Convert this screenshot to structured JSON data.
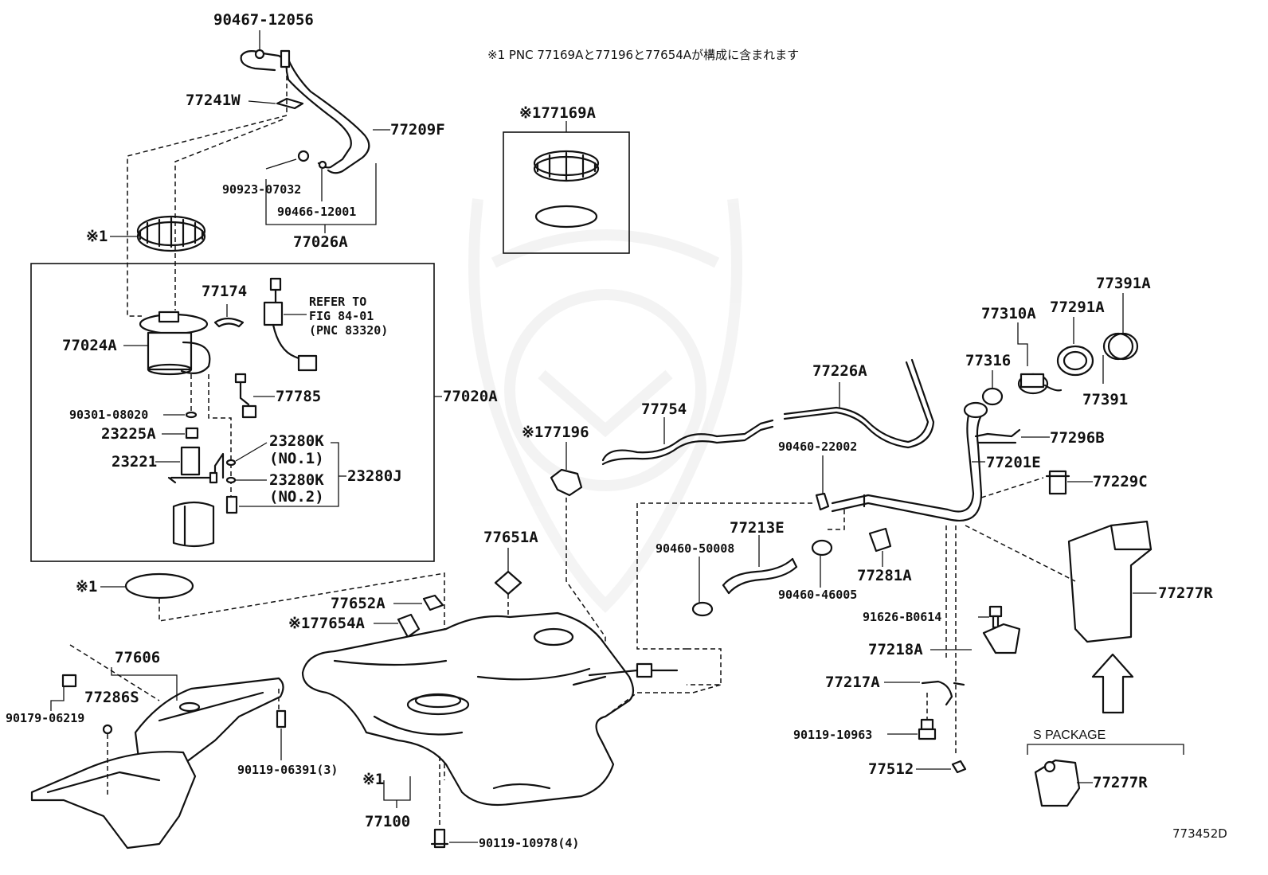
{
  "note": "※1 PNC 77169Aと77196と77654Aが構成に含まれます",
  "diagram_code": "773452D",
  "s_package_label": "S PACKAGE",
  "refer_to": [
    "REFER TO",
    "FIG 84-01",
    "(PNC 83320)"
  ],
  "labels": {
    "p90467_12056": "90467-12056",
    "p77241W": "77241W",
    "p77209F": "77209F",
    "p90923_07032": "90923-07032",
    "p90466_12001": "90466-12001",
    "p77026A": "77026A",
    "mark1_ring": "※1",
    "p77174": "77174",
    "p77024A": "77024A",
    "p77785": "77785",
    "p90301_08020": "90301-08020",
    "p23225A": "23225A",
    "p23221": "23221",
    "p23280K_1": "23280K",
    "no1": "(NO.1)",
    "p23280K_2": "23280K",
    "no2": "(NO.2)",
    "p23280J": "23280J",
    "p77020A": "77020A",
    "mark1_gasket": "※1",
    "p77169A": "※177169A",
    "p77196": "※177196",
    "p77754": "77754",
    "p77226A": "77226A",
    "p90460_22002": "90460-22002",
    "p77213E": "77213E",
    "p90460_50008": "90460-50008",
    "p90460_46005": "90460-46005",
    "p77281A": "77281A",
    "p77651A": "77651A",
    "p77652A": "77652A",
    "p77654A": "※177654A",
    "p77606": "77606",
    "p77286S": "77286S",
    "p90179_06219": "90179-06219",
    "p90119_06391": "90119-06391(3)",
    "mark1_tank": "※1",
    "p77100": "77100",
    "p90119_10978": "90119-10978(4)",
    "p77310A": "77310A",
    "p77316": "77316",
    "p77291A": "77291A",
    "p77391A": "77391A",
    "p77391": "77391",
    "p77296B": "77296B",
    "p77201E": "77201E",
    "p77229C": "77229C",
    "p77277R": "77277R",
    "p91626_B0614": "91626-B0614",
    "p77218A": "77218A",
    "p77217A": "77217A",
    "p90119_10963": "90119-10963",
    "p77512": "77512",
    "p77277R_s": "77277R"
  }
}
